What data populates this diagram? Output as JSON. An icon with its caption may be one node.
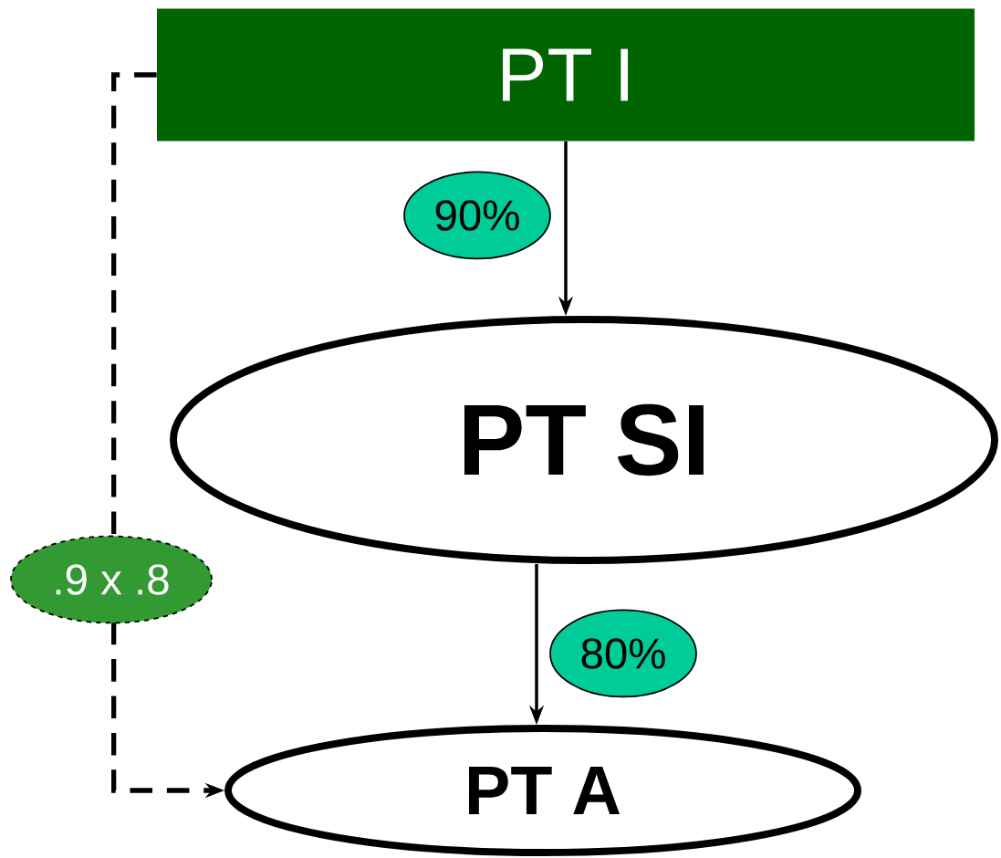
{
  "diagram": {
    "nodes": [
      {
        "text": [
          "PT I"
        ]
      },
      {
        "text": [
          "PT SI"
        ]
      },
      {
        "text": [
          "PT A"
        ]
      }
    ],
    "edges": [
      {
        "from": 0,
        "to": 1,
        "arrow": "to",
        "label": "90%"
      },
      {
        "from": 1,
        "to": 2,
        "arrow": "to",
        "label": "80%"
      },
      {
        "from": 0,
        "to": 2,
        "arrow": "to",
        "label": ".9 x .8",
        "style": "dashed"
      }
    ]
  }
}
